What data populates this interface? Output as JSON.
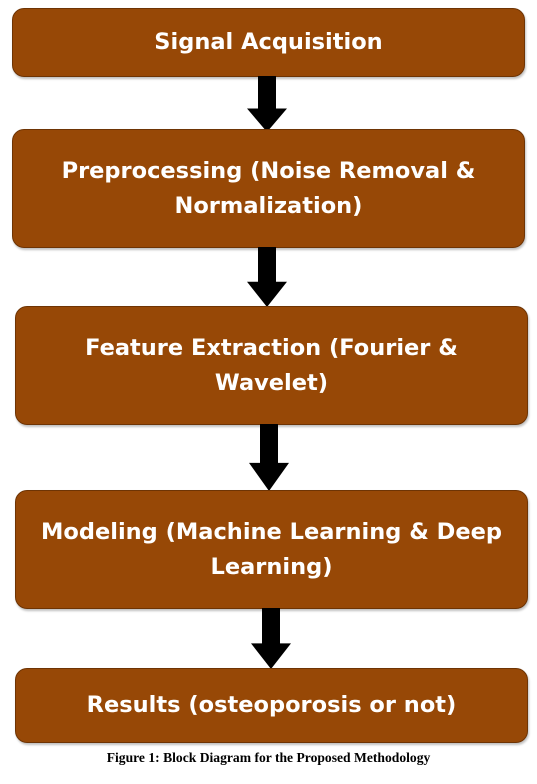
{
  "diagram": {
    "steps": [
      {
        "label": "Signal Acquisition"
      },
      {
        "label": "Preprocessing (Noise Removal & Normalization)"
      },
      {
        "label": "Feature Extraction (Fourier & Wavelet)"
      },
      {
        "label": "Modeling (Machine Learning & Deep Learning)"
      },
      {
        "label": "Results (osteoporosis or not)"
      }
    ],
    "caption": "Figure 1: Block Diagram for the Proposed Methodology",
    "colors": {
      "box_fill": "#974806",
      "box_text": "#ffffff",
      "arrow": "#000000"
    }
  }
}
